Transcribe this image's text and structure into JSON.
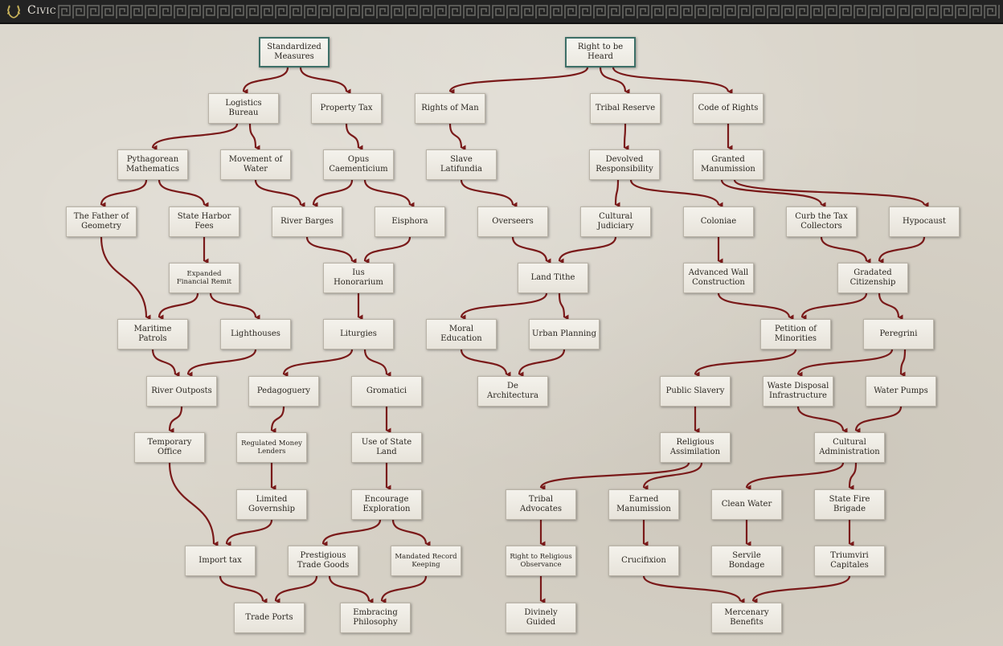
{
  "header": {
    "title": "Civic",
    "logo_icon": "laurel-wreath-icon",
    "pattern_icon": "greek-key-pattern"
  },
  "colors": {
    "edge": "#7a1a1a",
    "root_border": "#3d6f67",
    "topbar": "#232323"
  },
  "nodes": [
    {
      "id": "standardized_measures",
      "label": "Standardized Measures",
      "root": true
    },
    {
      "id": "right_to_be_heard",
      "label": "Right to be Heard",
      "root": true
    },
    {
      "id": "logistics_bureau",
      "label": "Logistics Bureau"
    },
    {
      "id": "property_tax",
      "label": "Property Tax"
    },
    {
      "id": "rights_of_man",
      "label": "Rights of Man"
    },
    {
      "id": "tribal_reserve",
      "label": "Tribal Reserve"
    },
    {
      "id": "code_of_rights",
      "label": "Code of Rights"
    },
    {
      "id": "pythagorean_mathematics",
      "label": "Pythagorean Mathematics"
    },
    {
      "id": "movement_of_water",
      "label": "Movement of Water"
    },
    {
      "id": "opus_caementicium",
      "label": "Opus Caementicium"
    },
    {
      "id": "slave_latifundia",
      "label": "Slave Latifundia"
    },
    {
      "id": "devolved_responsibility",
      "label": "Devolved Responsibility"
    },
    {
      "id": "granted_manumission",
      "label": "Granted Manumission"
    },
    {
      "id": "father_of_geometry",
      "label": "The Father of Geometry"
    },
    {
      "id": "state_harbor_fees",
      "label": "State Harbor Fees"
    },
    {
      "id": "river_barges",
      "label": "River Barges"
    },
    {
      "id": "eisphora",
      "label": "Eisphora"
    },
    {
      "id": "overseers",
      "label": "Overseers"
    },
    {
      "id": "cultural_judiciary",
      "label": "Cultural Judiciary"
    },
    {
      "id": "coloniae",
      "label": "Coloniae"
    },
    {
      "id": "curb_tax_collectors",
      "label": "Curb the Tax Collectors"
    },
    {
      "id": "hypocaust",
      "label": "Hypocaust"
    },
    {
      "id": "expanded_financial_remit",
      "label": "Expanded Financial Remit",
      "small": true
    },
    {
      "id": "ius_honorarium",
      "label": "Ius Honorarium"
    },
    {
      "id": "land_tithe",
      "label": "Land Tithe"
    },
    {
      "id": "advanced_wall_construction",
      "label": "Advanced Wall Construction"
    },
    {
      "id": "gradated_citizenship",
      "label": "Gradated Citizenship"
    },
    {
      "id": "maritime_patrols",
      "label": "Maritime Patrols"
    },
    {
      "id": "lighthouses",
      "label": "Lighthouses"
    },
    {
      "id": "liturgies",
      "label": "Liturgies"
    },
    {
      "id": "moral_education",
      "label": "Moral Education"
    },
    {
      "id": "urban_planning",
      "label": "Urban Planning"
    },
    {
      "id": "petition_of_minorities",
      "label": "Petition of Minorities"
    },
    {
      "id": "peregrini",
      "label": "Peregrini"
    },
    {
      "id": "river_outposts",
      "label": "River Outposts"
    },
    {
      "id": "pedagoguery",
      "label": "Pedagoguery"
    },
    {
      "id": "gromatici",
      "label": "Gromatici"
    },
    {
      "id": "de_architectura",
      "label": "De Architectura"
    },
    {
      "id": "public_slavery",
      "label": "Public Slavery"
    },
    {
      "id": "waste_disposal_infrastructure",
      "label": "Waste Disposal Infrastructure"
    },
    {
      "id": "water_pumps",
      "label": "Water Pumps"
    },
    {
      "id": "temporary_office",
      "label": "Temporary Office"
    },
    {
      "id": "regulated_money_lenders",
      "label": "Regulated Money Lenders",
      "small": true
    },
    {
      "id": "use_of_state_land",
      "label": "Use of State Land"
    },
    {
      "id": "religious_assimilation",
      "label": "Religious Assimilation"
    },
    {
      "id": "cultural_administration",
      "label": "Cultural Administration"
    },
    {
      "id": "limited_governship",
      "label": "Limited Governship"
    },
    {
      "id": "encourage_exploration",
      "label": "Encourage Exploration"
    },
    {
      "id": "tribal_advocates",
      "label": "Tribal Advocates"
    },
    {
      "id": "earned_manumission",
      "label": "Earned Manumission"
    },
    {
      "id": "clean_water",
      "label": "Clean Water"
    },
    {
      "id": "state_fire_brigade",
      "label": "State Fire Brigade"
    },
    {
      "id": "import_tax",
      "label": "Import tax"
    },
    {
      "id": "prestigious_trade_goods",
      "label": "Prestigious Trade Goods"
    },
    {
      "id": "mandated_record_keeping",
      "label": "Mandated Record Keeping",
      "small": true
    },
    {
      "id": "right_to_religious_observance",
      "label": "Right to Religious Observance",
      "small": true
    },
    {
      "id": "crucifixion",
      "label": "Crucifixion"
    },
    {
      "id": "servile_bondage",
      "label": "Servile Bondage"
    },
    {
      "id": "triumviri_capitales",
      "label": "Triumviri Capitales"
    },
    {
      "id": "trade_ports",
      "label": "Trade Ports"
    },
    {
      "id": "embracing_philosophy",
      "label": "Embracing Philosophy"
    },
    {
      "id": "divinely_guided",
      "label": "Divinely Guided"
    },
    {
      "id": "mercenary_benefits",
      "label": "Mercenary Benefits"
    }
  ],
  "edges": [
    [
      "standardized_measures",
      "logistics_bureau"
    ],
    [
      "standardized_measures",
      "property_tax"
    ],
    [
      "right_to_be_heard",
      "rights_of_man"
    ],
    [
      "right_to_be_heard",
      "tribal_reserve"
    ],
    [
      "right_to_be_heard",
      "code_of_rights"
    ],
    [
      "logistics_bureau",
      "pythagorean_mathematics"
    ],
    [
      "logistics_bureau",
      "movement_of_water"
    ],
    [
      "property_tax",
      "opus_caementicium"
    ],
    [
      "rights_of_man",
      "slave_latifundia"
    ],
    [
      "tribal_reserve",
      "devolved_responsibility"
    ],
    [
      "code_of_rights",
      "granted_manumission"
    ],
    [
      "pythagorean_mathematics",
      "father_of_geometry"
    ],
    [
      "pythagorean_mathematics",
      "state_harbor_fees"
    ],
    [
      "movement_of_water",
      "river_barges"
    ],
    [
      "opus_caementicium",
      "river_barges"
    ],
    [
      "opus_caementicium",
      "eisphora"
    ],
    [
      "slave_latifundia",
      "overseers"
    ],
    [
      "devolved_responsibility",
      "cultural_judiciary"
    ],
    [
      "devolved_responsibility",
      "coloniae"
    ],
    [
      "granted_manumission",
      "curb_tax_collectors"
    ],
    [
      "granted_manumission",
      "hypocaust"
    ],
    [
      "state_harbor_fees",
      "expanded_financial_remit"
    ],
    [
      "river_barges",
      "ius_honorarium"
    ],
    [
      "eisphora",
      "ius_honorarium"
    ],
    [
      "overseers",
      "land_tithe"
    ],
    [
      "cultural_judiciary",
      "land_tithe"
    ],
    [
      "coloniae",
      "advanced_wall_construction"
    ],
    [
      "curb_tax_collectors",
      "gradated_citizenship"
    ],
    [
      "hypocaust",
      "gradated_citizenship"
    ],
    [
      "father_of_geometry",
      "maritime_patrols"
    ],
    [
      "expanded_financial_remit",
      "maritime_patrols"
    ],
    [
      "expanded_financial_remit",
      "lighthouses"
    ],
    [
      "ius_honorarium",
      "liturgies"
    ],
    [
      "land_tithe",
      "moral_education"
    ],
    [
      "land_tithe",
      "urban_planning"
    ],
    [
      "advanced_wall_construction",
      "petition_of_minorities"
    ],
    [
      "gradated_citizenship",
      "petition_of_minorities"
    ],
    [
      "gradated_citizenship",
      "peregrini"
    ],
    [
      "maritime_patrols",
      "river_outposts"
    ],
    [
      "lighthouses",
      "river_outposts"
    ],
    [
      "liturgies",
      "pedagoguery"
    ],
    [
      "liturgies",
      "gromatici"
    ],
    [
      "moral_education",
      "de_architectura"
    ],
    [
      "urban_planning",
      "de_architectura"
    ],
    [
      "petition_of_minorities",
      "public_slavery"
    ],
    [
      "peregrini",
      "waste_disposal_infrastructure"
    ],
    [
      "peregrini",
      "water_pumps"
    ],
    [
      "river_outposts",
      "temporary_office"
    ],
    [
      "pedagoguery",
      "regulated_money_lenders"
    ],
    [
      "gromatici",
      "use_of_state_land"
    ],
    [
      "public_slavery",
      "religious_assimilation"
    ],
    [
      "waste_disposal_infrastructure",
      "cultural_administration"
    ],
    [
      "water_pumps",
      "cultural_administration"
    ],
    [
      "regulated_money_lenders",
      "limited_governship"
    ],
    [
      "use_of_state_land",
      "encourage_exploration"
    ],
    [
      "religious_assimilation",
      "tribal_advocates"
    ],
    [
      "religious_assimilation",
      "earned_manumission"
    ],
    [
      "cultural_administration",
      "clean_water"
    ],
    [
      "cultural_administration",
      "state_fire_brigade"
    ],
    [
      "temporary_office",
      "import_tax"
    ],
    [
      "limited_governship",
      "import_tax"
    ],
    [
      "encourage_exploration",
      "prestigious_trade_goods"
    ],
    [
      "encourage_exploration",
      "mandated_record_keeping"
    ],
    [
      "tribal_advocates",
      "right_to_religious_observance"
    ],
    [
      "earned_manumission",
      "crucifixion"
    ],
    [
      "clean_water",
      "servile_bondage"
    ],
    [
      "state_fire_brigade",
      "triumviri_capitales"
    ],
    [
      "import_tax",
      "trade_ports"
    ],
    [
      "prestigious_trade_goods",
      "trade_ports"
    ],
    [
      "prestigious_trade_goods",
      "embracing_philosophy"
    ],
    [
      "mandated_record_keeping",
      "embracing_philosophy"
    ],
    [
      "right_to_religious_observance",
      "divinely_guided"
    ],
    [
      "crucifixion",
      "mercenary_benefits"
    ],
    [
      "triumviri_capitales",
      "mercenary_benefits"
    ]
  ]
}
